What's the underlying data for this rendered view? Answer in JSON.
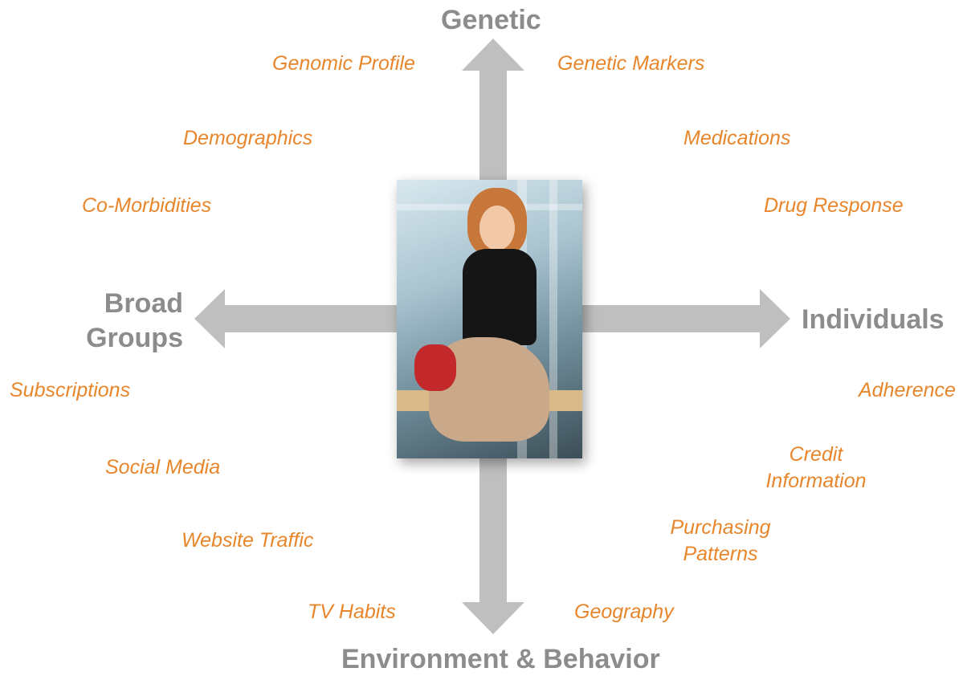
{
  "axes": {
    "top": "Genetic",
    "bottom": "Environment & Behavior",
    "left_line1": "Broad",
    "left_line2": "Groups",
    "right": "Individuals"
  },
  "factors": {
    "genomic_profile": "Genomic Profile",
    "genetic_markers": "Genetic Markers",
    "demographics": "Demographics",
    "medications": "Medications",
    "co_morbidities": "Co-Morbidities",
    "drug_response": "Drug Response",
    "subscriptions": "Subscriptions",
    "adherence": "Adherence",
    "social_media": "Social Media",
    "credit_line1": "Credit",
    "credit_line2": "Information",
    "website_traffic": "Website Traffic",
    "purchasing_line1": "Purchasing",
    "purchasing_line2": "Patterns",
    "tv_habits": "TV Habits",
    "geography": "Geography"
  },
  "colors": {
    "axis_label": "#8c8c8c",
    "factor_text": "#e8862b",
    "arrow_fill": "#bfbfbf"
  },
  "photo": {
    "subject": "woman-seated-portrait"
  }
}
